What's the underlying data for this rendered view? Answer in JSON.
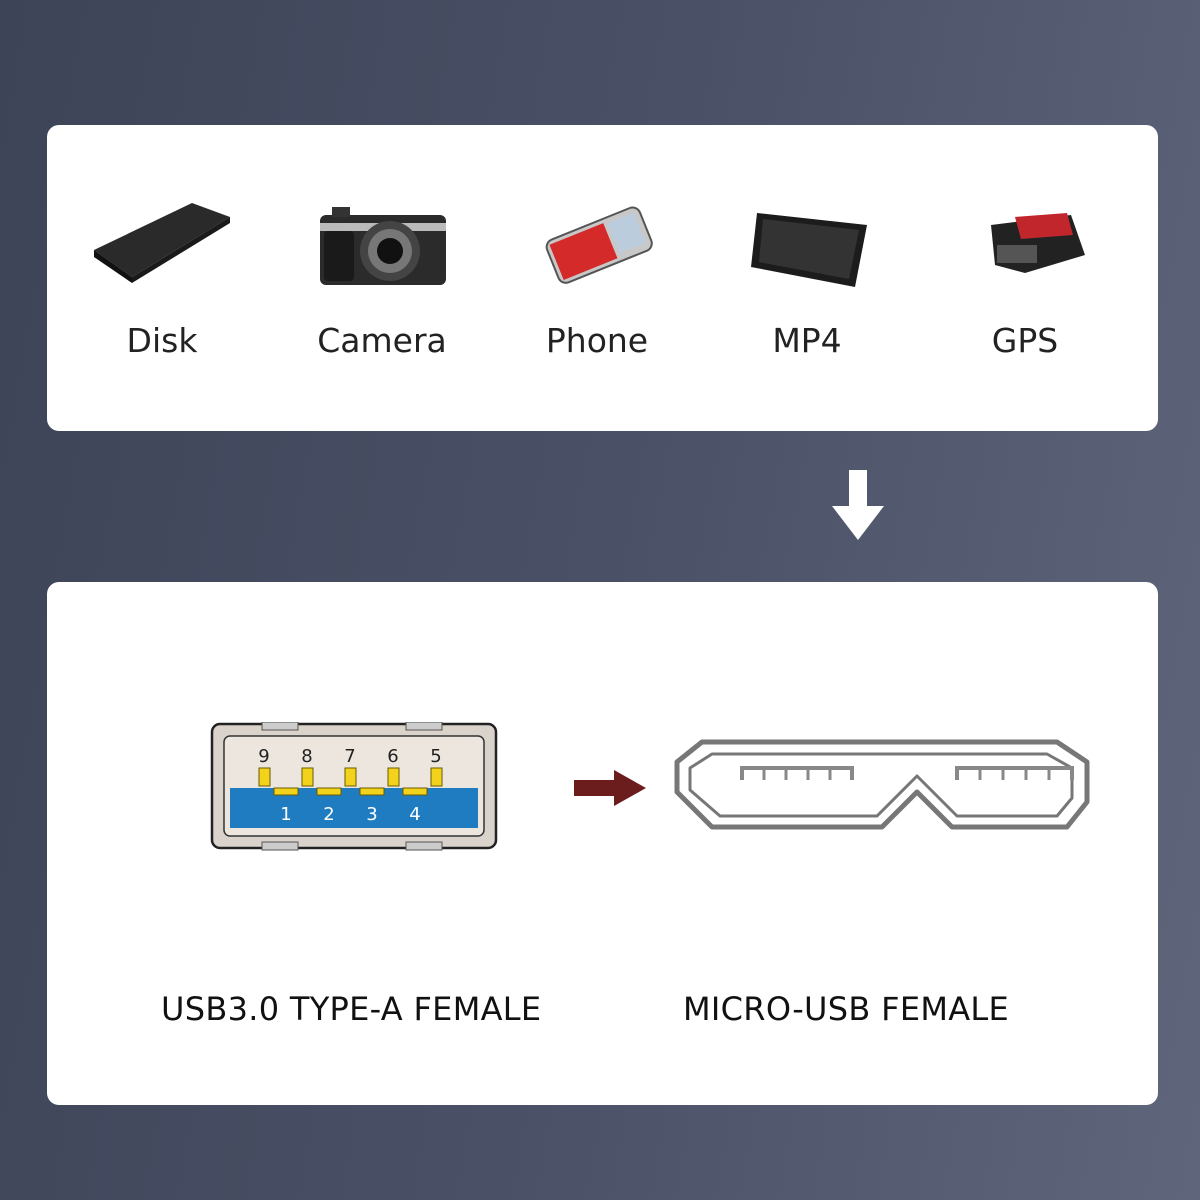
{
  "devices": [
    {
      "label": "Disk",
      "icon": "disk-icon"
    },
    {
      "label": "Camera",
      "icon": "camera-icon"
    },
    {
      "label": "Phone",
      "icon": "phone-icon"
    },
    {
      "label": "MP4",
      "icon": "mp4-icon"
    },
    {
      "label": "GPS",
      "icon": "gps-icon"
    }
  ],
  "connectors": {
    "left_label": "USB3.0 TYPE-A FEMALE",
    "right_label": "MICRO-USB FEMALE",
    "top_pins": [
      "9",
      "8",
      "7",
      "6",
      "5"
    ],
    "bottom_pins": [
      "1",
      "2",
      "3",
      "4"
    ]
  },
  "colors": {
    "arrow": "#6b1c1c",
    "usb_blue": "#1f7cc1",
    "pin_yellow": "#f2d21a"
  }
}
